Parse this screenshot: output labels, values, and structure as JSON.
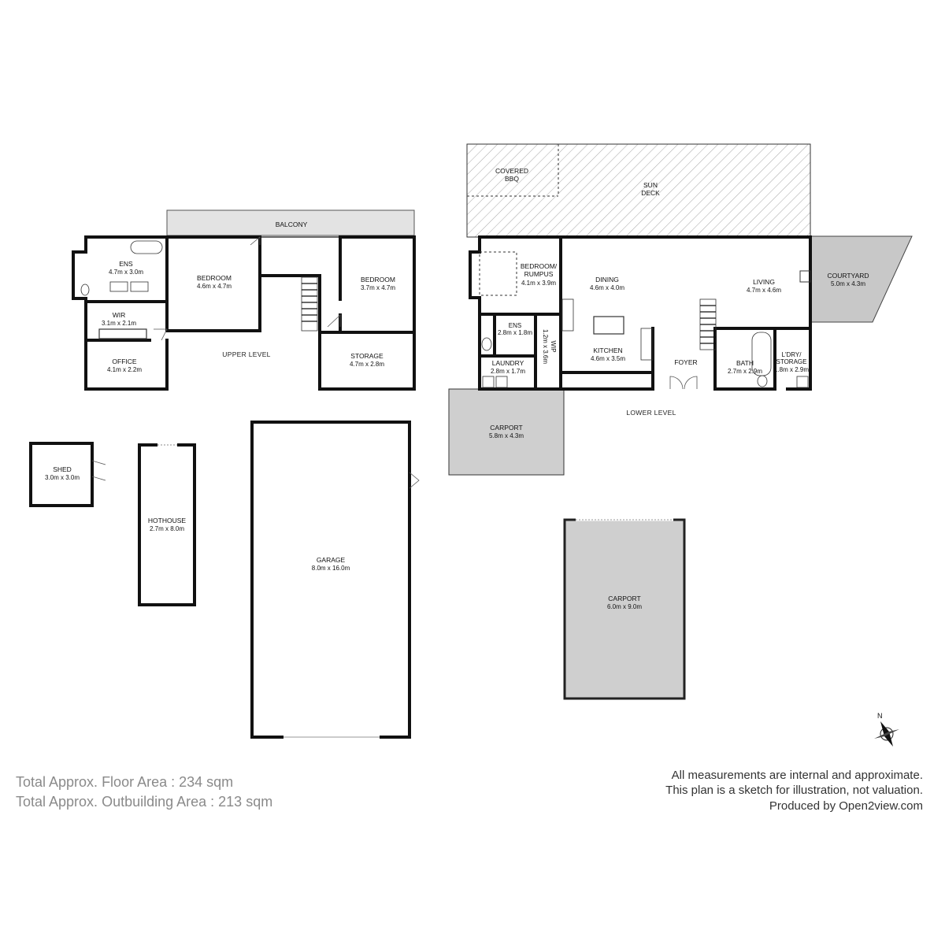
{
  "rooms": {
    "covered_bbq": {
      "name": "COVERED\nBBQ"
    },
    "sun_deck": {
      "name": "SUN\nDECK"
    },
    "balcony": {
      "name": "BALCONY"
    },
    "ens_upper": {
      "name": "ENS",
      "dims": "4.7m x 3.0m"
    },
    "bedroom_a": {
      "name": "BEDROOM",
      "dims": "4.6m x 4.7m"
    },
    "bedroom_b": {
      "name": "BEDROOM",
      "dims": "3.7m x 4.7m"
    },
    "wir": {
      "name": "WIR",
      "dims": "3.1m x 2.1m"
    },
    "office": {
      "name": "OFFICE",
      "dims": "4.1m x 2.2m"
    },
    "storage": {
      "name": "STORAGE",
      "dims": "4.7m x 2.8m"
    },
    "bedroom_rumpus": {
      "name": "BEDROOM/\nRUMPUS",
      "dims": "4.1m x 3.9m"
    },
    "dining": {
      "name": "DINING",
      "dims": "4.6m x 4.0m"
    },
    "living": {
      "name": "LIVING",
      "dims": "4.7m x 4.6m"
    },
    "courtyard": {
      "name": "COURTYARD",
      "dims": "5.0m x 4.3m"
    },
    "ens_lower": {
      "name": "ENS",
      "dims": "2.8m x 1.8m"
    },
    "wip": {
      "name": "WIP",
      "dims": "1.2m x 3.6m"
    },
    "laundry": {
      "name": "LAUNDRY",
      "dims": "2.8m x 1.7m"
    },
    "kitchen": {
      "name": "KITCHEN",
      "dims": "4.6m x 3.5m"
    },
    "foyer": {
      "name": "FOYER"
    },
    "bath": {
      "name": "BATH",
      "dims": "2.7m x 2.9m"
    },
    "ldry_storage": {
      "name": "L'DRY/\nSTORAGE",
      "dims": "1.8m x 2.9m"
    },
    "carport_small": {
      "name": "CARPORT",
      "dims": "5.8m x 4.3m"
    },
    "shed": {
      "name": "SHED",
      "dims": "3.0m x 3.0m"
    },
    "hothouse": {
      "name": "HOTHOUSE",
      "dims": "2.7m x 8.0m"
    },
    "garage": {
      "name": "GARAGE",
      "dims": "8.0m x 16.0m"
    },
    "carport_large": {
      "name": "CARPORT",
      "dims": "6.0m x 9.0m"
    }
  },
  "levels": {
    "upper": "UPPER LEVEL",
    "lower": "LOWER LEVEL"
  },
  "compass": {
    "label": "N"
  },
  "colors": {
    "wall": "#111111",
    "hatch": "#8f8f8f",
    "balcony_fill": "#e3e3e3",
    "carport_fill": "#cfcfcf",
    "courtyard_fill": "#c8c8c8",
    "area_text": "#8a8a8a"
  },
  "totals": {
    "floor_area": "Total Approx. Floor Area : 234 sqm",
    "outbuilding_area": "Total Approx. Outbuilding Area : 213 sqm"
  },
  "disclaimer": {
    "line1": "All measurements are internal and approximate.",
    "line2": "This plan is a sketch for illustration, not valuation.",
    "line3": "Produced by Open2view.com"
  }
}
